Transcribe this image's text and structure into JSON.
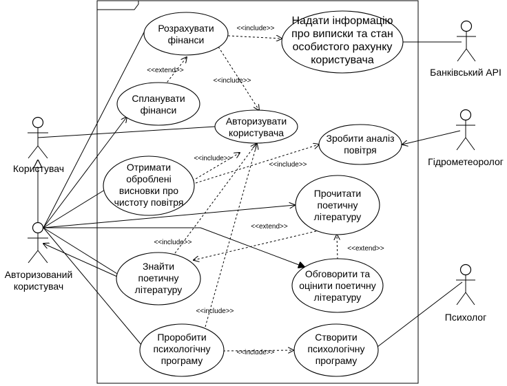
{
  "use_cases": {
    "calc_finance": [
      "Розрахувати",
      "фінанси"
    ],
    "provide_info": [
      "Надати інформацію",
      "про виписки та стан",
      "особистого рахунку",
      "користувача"
    ],
    "plan_finance": [
      "Спланувати",
      "фінанси"
    ],
    "authorize": [
      "Авторизувати",
      "користувача"
    ],
    "air_analysis": [
      "Зробити аналіз",
      "повітря"
    ],
    "get_conclusions": [
      "Отримати",
      "оброблені",
      "висновки про",
      "чистоту повітря"
    ],
    "read_poetry": [
      "Прочитати",
      "поетичну",
      "літературу"
    ],
    "find_poetry": [
      "Знайти",
      "поетичну",
      "літературу"
    ],
    "discuss_poetry": [
      "Обговорити та",
      "оцінити поетичну",
      "літературу"
    ],
    "do_program": [
      "Проробити",
      "психологічну",
      "програму"
    ],
    "create_program": [
      "Створити",
      "психологічну",
      "програму"
    ]
  },
  "actors": {
    "user": [
      "Користувач"
    ],
    "auth_user": [
      "Авторизований",
      "користувач"
    ],
    "bank_api": [
      "Банківський API"
    ],
    "hydromet": [
      "Гідрометеоролог"
    ],
    "psychologist": [
      "Психолог"
    ]
  },
  "stereotypes": {
    "include": "<<include>>",
    "extend": "<<extend>>"
  }
}
